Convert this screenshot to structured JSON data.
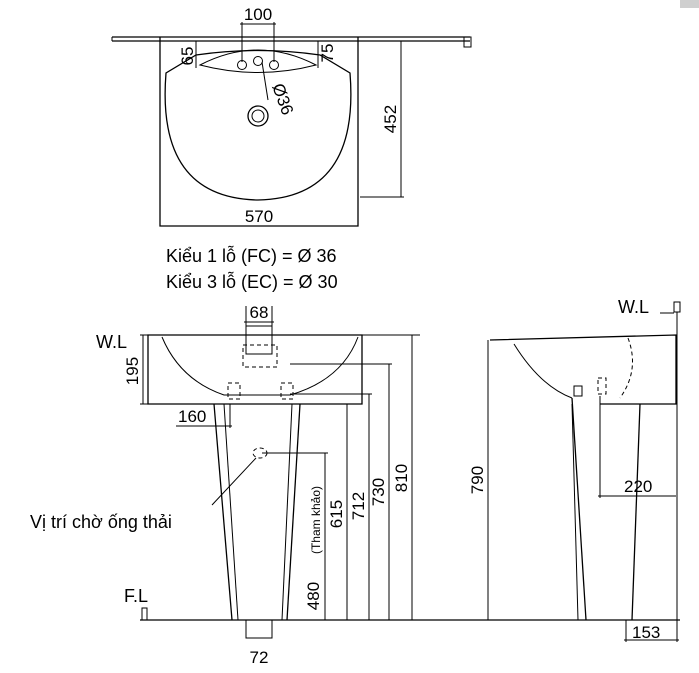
{
  "top_view": {
    "dim_width": "570",
    "dim_height": "452",
    "dim_hole_spacing": "100",
    "dim_left_offset": "65",
    "dim_right_offset": "75",
    "dim_drain": "Ø36"
  },
  "notes": {
    "line1": "Kiểu 1 lỗ (FC) = Ø 36",
    "line2": "Kiểu 3 lỗ (EC) = Ø 30"
  },
  "front_view": {
    "label_wl": "W.L",
    "label_fl": "F.L",
    "dim_68": "68",
    "dim_195": "195",
    "dim_160": "160",
    "dim_615": "615",
    "dim_712": "712",
    "dim_730": "730",
    "dim_810": "810",
    "dim_480": "480",
    "dim_480_note": "(Tham khảo)",
    "dim_72": "72",
    "drain_callout": "Vị trí chờ ống thải"
  },
  "side_view": {
    "label_wl": "W.L",
    "dim_790": "790",
    "dim_220": "220",
    "dim_153": "153"
  }
}
